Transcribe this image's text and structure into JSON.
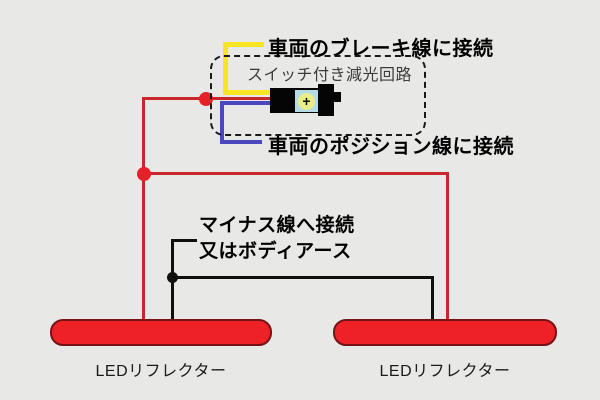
{
  "diagram": {
    "title_hint": "LED reflector wiring diagram",
    "labels": {
      "brake": "車両のブレーキ線に接続",
      "dimmer_circuit": "スイッチ付き減光回路",
      "position": "車両のポジション線に接続",
      "minus_line1": "マイナス線へ接続",
      "minus_line2": "又はボディアース",
      "reflector_left": "LEDリフレクター",
      "reflector_right": "LEDリフレクター"
    },
    "component": {
      "plus_symbol": "+"
    },
    "colors": {
      "background": "#e8e8e6",
      "wire_red": "#c8272e",
      "wire_yellow": "#f7e523",
      "wire_blue": "#4b48bd",
      "wire_black": "#0f0f0f",
      "junction_dot_red": "#e62129",
      "junction_dot_black": "#0f0f0f",
      "reflector_fill": "#ee2126",
      "reflector_border": "#751317",
      "module_body": "#050505",
      "module_switch_face": "#b5dce5",
      "module_button": "#e9ee8a"
    }
  }
}
